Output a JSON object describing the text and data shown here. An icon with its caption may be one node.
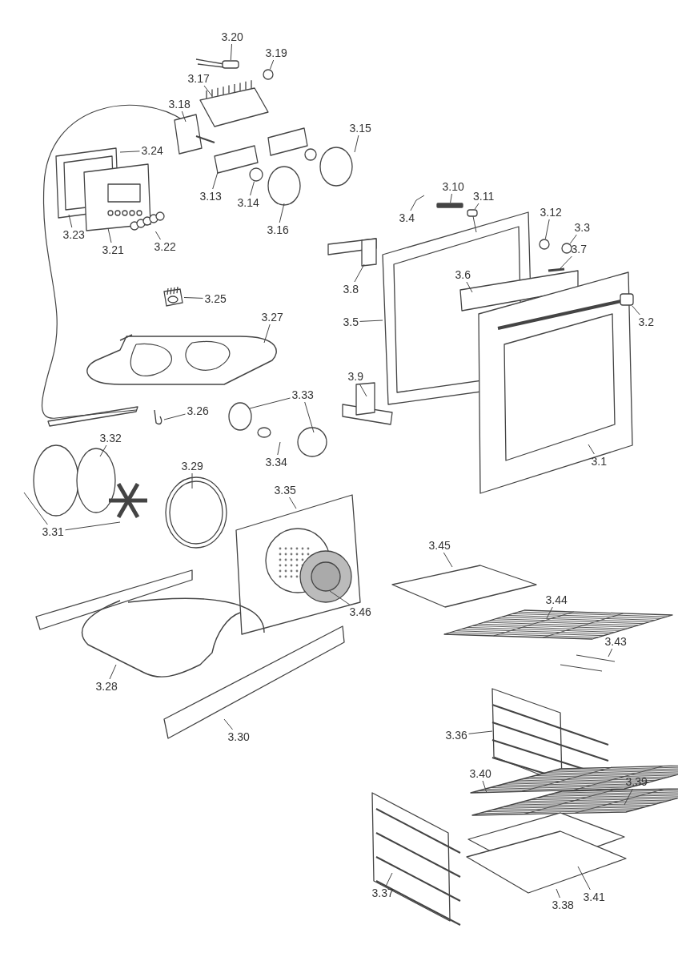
{
  "diagram": {
    "nodes": [
      {
        "text": [
          "3.20"
        ]
      },
      {
        "text": [
          "3.19"
        ]
      },
      {
        "text": [
          "3.17"
        ]
      },
      {
        "text": [
          "3.18"
        ]
      },
      {
        "text": [
          "3.24"
        ]
      },
      {
        "text": [
          "3.15"
        ]
      },
      {
        "text": [
          "3.13"
        ]
      },
      {
        "text": [
          "3.14"
        ]
      },
      {
        "text": [
          "3.16"
        ]
      },
      {
        "text": [
          "3.23"
        ]
      },
      {
        "text": [
          "3.21"
        ]
      },
      {
        "text": [
          "3.22"
        ]
      },
      {
        "text": [
          "3.10"
        ]
      },
      {
        "text": [
          "3.11"
        ]
      },
      {
        "text": [
          "3.4"
        ]
      },
      {
        "text": [
          "3.12"
        ]
      },
      {
        "text": [
          "3.3"
        ]
      },
      {
        "text": [
          "3.7"
        ]
      },
      {
        "text": [
          "3.8"
        ]
      },
      {
        "text": [
          "3.6"
        ]
      },
      {
        "text": [
          "3.5"
        ]
      },
      {
        "text": [
          "3.2"
        ]
      },
      {
        "text": [
          "3.25"
        ]
      },
      {
        "text": [
          "3.27"
        ]
      },
      {
        "text": [
          "3.9"
        ]
      },
      {
        "text": [
          "3.33"
        ]
      },
      {
        "text": [
          "3.26"
        ]
      },
      {
        "text": [
          "3.34"
        ]
      },
      {
        "text": [
          "3.1"
        ]
      },
      {
        "text": [
          "3.32"
        ]
      },
      {
        "text": [
          "3.29"
        ]
      },
      {
        "text": [
          "3.31"
        ]
      },
      {
        "text": [
          "3.35"
        ]
      },
      {
        "text": [
          "3.46"
        ]
      },
      {
        "text": [
          "3.45"
        ]
      },
      {
        "text": [
          "3.44"
        ]
      },
      {
        "text": [
          "3.43"
        ]
      },
      {
        "text": [
          "3.28"
        ]
      },
      {
        "text": [
          "3.30"
        ]
      },
      {
        "text": [
          "3.36"
        ]
      },
      {
        "text": [
          "3.40"
        ]
      },
      {
        "text": [
          "3.39"
        ]
      },
      {
        "text": [
          "3.37"
        ]
      },
      {
        "text": [
          "3.38"
        ]
      },
      {
        "text": [
          "3.41"
        ]
      },
      {
        "text": [],
        "shape": "box"
      },
      {
        "text": [],
        "shape": "circle"
      },
      {
        "text": [],
        "shape": "circle"
      },
      {
        "text": [],
        "shape": "bar"
      },
      {
        "text": [],
        "shape": "box"
      },
      {
        "text": [],
        "shape": "circle"
      },
      {
        "text": [],
        "shape": "circle"
      },
      {
        "text": [],
        "shape": "box"
      },
      {
        "text": [],
        "shape": "picture"
      },
      {
        "text": [],
        "shape": "picture"
      }
    ],
    "edges": [
      {
        "from": 0,
        "to": 45,
        "arrow": "none"
      },
      {
        "from": 1,
        "to": 46,
        "arrow": "none"
      },
      {
        "from": 2,
        "to": null,
        "arrow": "none"
      },
      {
        "from": 3,
        "to": null,
        "arrow": "none"
      },
      {
        "from": 4,
        "to": null,
        "arrow": "none"
      },
      {
        "from": 5,
        "to": null,
        "arrow": "none"
      },
      {
        "from": 6,
        "to": null,
        "arrow": "none"
      },
      {
        "from": 7,
        "to": 47,
        "arrow": "none"
      },
      {
        "from": 8,
        "to": null,
        "arrow": "none"
      },
      {
        "from": 9,
        "to": null,
        "arrow": "none"
      },
      {
        "from": 10,
        "to": null,
        "arrow": "none"
      },
      {
        "from": 11,
        "to": 53,
        "arrow": "none"
      },
      {
        "from": 12,
        "to": 48,
        "arrow": "none"
      },
      {
        "from": 13,
        "to": 49,
        "arrow": "none"
      },
      {
        "from": 14,
        "to": null,
        "arrow": "none"
      },
      {
        "from": 15,
        "to": 50,
        "arrow": "none"
      },
      {
        "from": 16,
        "to": 51,
        "arrow": "none"
      },
      {
        "from": 17,
        "to": null,
        "arrow": "none"
      },
      {
        "from": 18,
        "to": null,
        "arrow": "none"
      },
      {
        "from": 19,
        "to": null,
        "arrow": "none"
      },
      {
        "from": 20,
        "to": null,
        "arrow": "none"
      },
      {
        "from": 21,
        "to": 52,
        "arrow": "none"
      },
      {
        "from": 22,
        "to": 54,
        "arrow": "none"
      },
      {
        "from": 23,
        "to": null,
        "arrow": "none"
      },
      {
        "from": 24,
        "to": null,
        "arrow": "none"
      },
      {
        "from": 25,
        "to": null,
        "arrow": "none"
      },
      {
        "from": 25,
        "to": null,
        "arrow": "none"
      },
      {
        "from": 26,
        "to": null,
        "arrow": "none"
      },
      {
        "from": 27,
        "to": null,
        "arrow": "none"
      },
      {
        "from": 28,
        "to": null,
        "arrow": "none"
      },
      {
        "from": 29,
        "to": null,
        "arrow": "none"
      },
      {
        "from": 30,
        "to": null,
        "arrow": "none"
      },
      {
        "from": 31,
        "to": null,
        "arrow": "none"
      },
      {
        "from": 31,
        "to": null,
        "arrow": "none"
      },
      {
        "from": 32,
        "to": null,
        "arrow": "none"
      },
      {
        "from": 33,
        "to": null,
        "arrow": "none"
      },
      {
        "from": 34,
        "to": null,
        "arrow": "none"
      },
      {
        "from": 35,
        "to": null,
        "arrow": "none"
      },
      {
        "from": 36,
        "to": null,
        "arrow": "none"
      },
      {
        "from": 37,
        "to": null,
        "arrow": "none"
      },
      {
        "from": 38,
        "to": null,
        "arrow": "none"
      },
      {
        "from": 39,
        "to": null,
        "arrow": "none"
      },
      {
        "from": 40,
        "to": null,
        "arrow": "none"
      },
      {
        "from": 41,
        "to": null,
        "arrow": "none"
      },
      {
        "from": 42,
        "to": null,
        "arrow": "none"
      },
      {
        "from": 43,
        "to": null,
        "arrow": "none"
      },
      {
        "from": 44,
        "to": null,
        "arrow": "none"
      }
    ]
  }
}
